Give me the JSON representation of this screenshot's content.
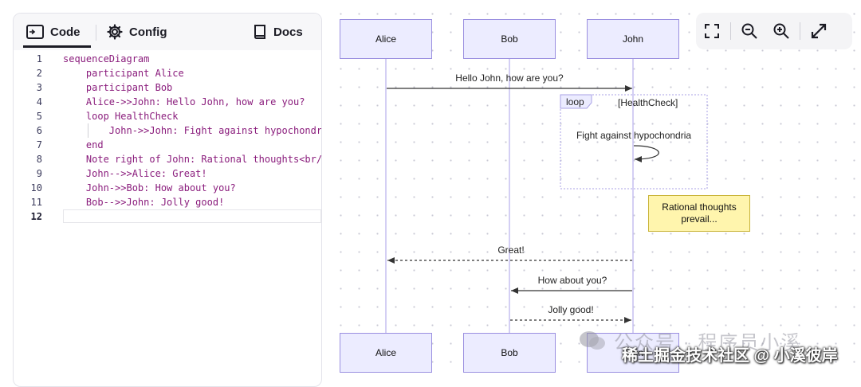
{
  "editor": {
    "tabs": {
      "code": "Code",
      "config": "Config",
      "docs": "Docs"
    },
    "lines": [
      {
        "num": "1",
        "text": "sequenceDiagram"
      },
      {
        "num": "2",
        "text": "    participant Alice"
      },
      {
        "num": "3",
        "text": "    participant Bob"
      },
      {
        "num": "4",
        "text": "    Alice->>John: Hello John, how are you?"
      },
      {
        "num": "5",
        "text": "    loop HealthCheck"
      },
      {
        "num": "6",
        "text": "        John->>John: Fight against hypochondria"
      },
      {
        "num": "7",
        "text": "    end"
      },
      {
        "num": "8",
        "text": "    Note right of John: Rational thoughts<br/>prevail..."
      },
      {
        "num": "9",
        "text": "    John-->>Alice: Great!"
      },
      {
        "num": "10",
        "text": "    John->>Bob: How about you?"
      },
      {
        "num": "11",
        "text": "    Bob-->>John: Jolly good!"
      },
      {
        "num": "12",
        "text": ""
      }
    ]
  },
  "diagram": {
    "actors": [
      "Alice",
      "Bob",
      "John"
    ],
    "messages": {
      "m1": "Hello John, how are you?",
      "m2": "Fight against hypochondria",
      "m3": "Great!",
      "m4": "How about you?",
      "m5": "Jolly good!"
    },
    "loop": {
      "label": "loop",
      "condition": "[HealthCheck]"
    },
    "note": {
      "line1": "Rational thoughts",
      "line2": "prevail..."
    },
    "colors": {
      "actor_fill": "#ececff",
      "actor_border": "#9a8fe0",
      "note_fill": "#fff5ad",
      "loop_border": "#9a8fe0"
    }
  },
  "toolbar": {
    "buttons": [
      "fit-screen-icon",
      "zoom-out-icon",
      "zoom-in-icon",
      "expand-icon"
    ]
  },
  "watermark": {
    "line1": "公众号 · 程序员小溪",
    "line2": "稀土掘金技术社区 @ 小溪彼岸"
  }
}
